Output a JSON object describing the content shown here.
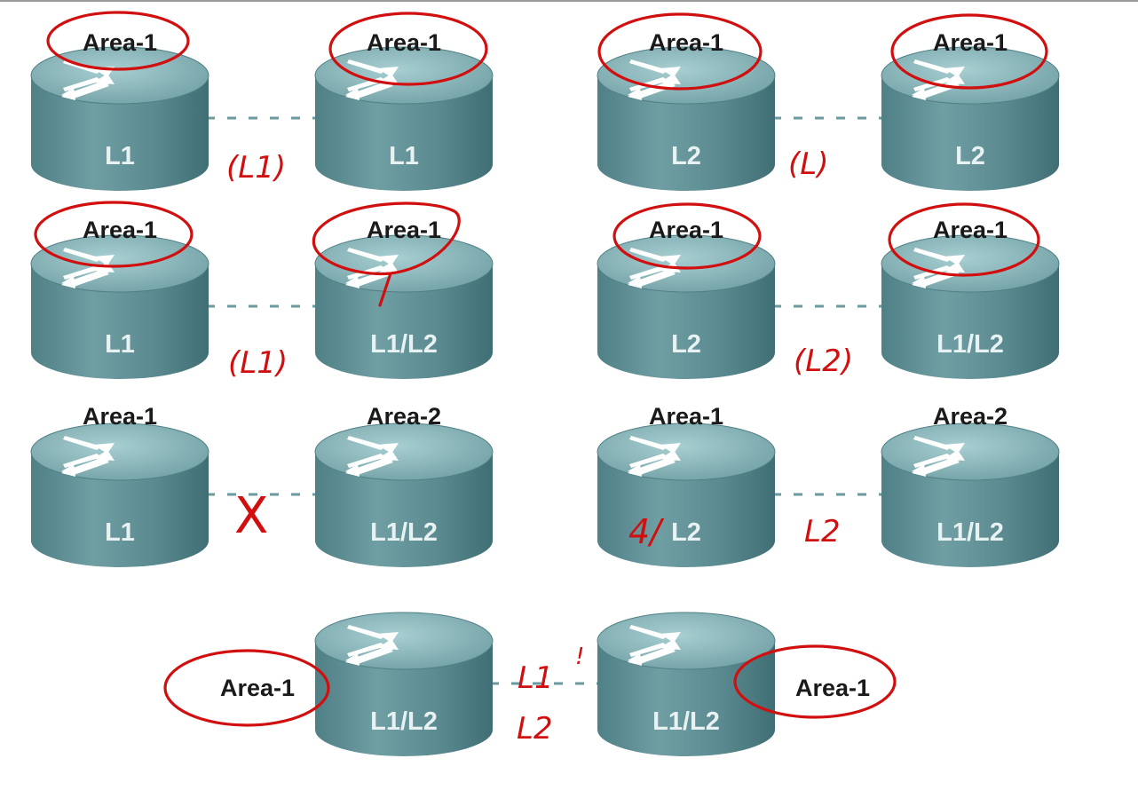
{
  "scenarios": [
    {
      "left": {
        "area": "Area-1",
        "level": "L1"
      },
      "right": {
        "area": "Area-1",
        "level": "L1"
      },
      "annotation": "(L1)"
    },
    {
      "left": {
        "area": "Area-1",
        "level": "L2"
      },
      "right": {
        "area": "Area-1",
        "level": "L2"
      },
      "annotation": "(L)"
    },
    {
      "left": {
        "area": "Area-1",
        "level": "L1"
      },
      "right": {
        "area": "Area-1",
        "level": "L1/L2"
      },
      "annotation": "(L1)"
    },
    {
      "left": {
        "area": "Area-1",
        "level": "L2"
      },
      "right": {
        "area": "Area-1",
        "level": "L1/L2"
      },
      "annotation": "(L2)"
    },
    {
      "left": {
        "area": "Area-1",
        "level": "L1"
      },
      "right": {
        "area": "Area-2",
        "level": "L1/L2"
      },
      "annotation": "X"
    },
    {
      "left": {
        "area": "Area-1",
        "level": "L2"
      },
      "right": {
        "area": "Area-2",
        "level": "L1/L2"
      },
      "annotation": "L2",
      "left_level_mark": "4/"
    },
    {
      "left": {
        "area": "Area-1",
        "level": "L1/L2"
      },
      "right": {
        "area": "Area-1",
        "level": "L1/L2"
      },
      "annotation": "L1",
      "annotation_2": "L2",
      "annotation_3": "!"
    }
  ],
  "colors": {
    "router_top": "#8fb9bd",
    "router_body": "#5d8d92",
    "ink": "#d10f0f"
  },
  "icons": {
    "router": "router-icon",
    "arrows": "four-arrows-icon"
  }
}
